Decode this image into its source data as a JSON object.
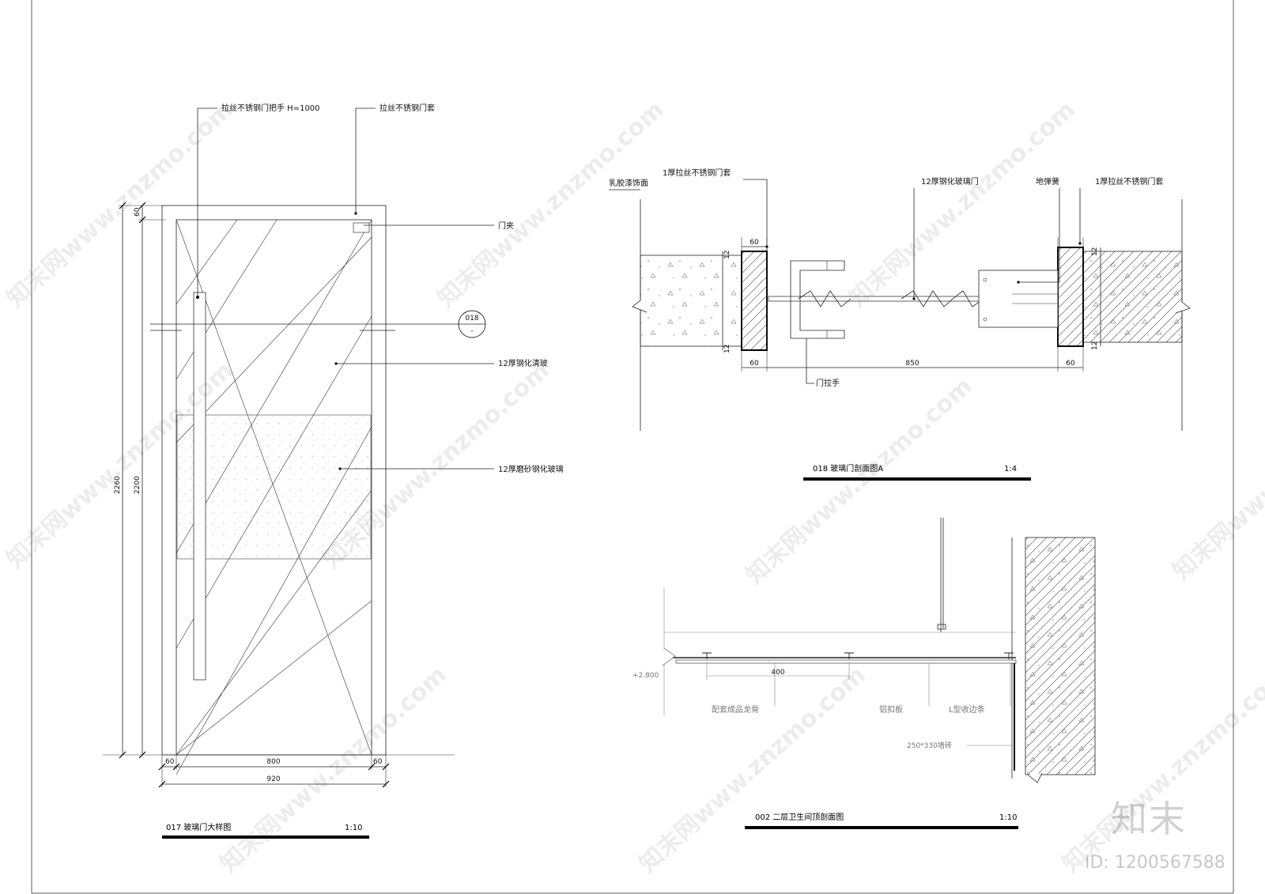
{
  "watermark": {
    "text": "知末网www.znzmo.com",
    "brand": "知末",
    "id": "ID: 1200567588"
  },
  "detail_017": {
    "title": "017  玻璃门大样图",
    "scale": "1:10",
    "labels": {
      "handle": "拉丝不锈钢门把手 H=1000",
      "frame": "拉丝不锈钢门套",
      "clip": "门夹",
      "clear_glass": "12厚钢化清玻",
      "frosted_glass": "12厚磨砂钢化玻璃"
    },
    "section_marker": {
      "number": "018",
      "sheet": "-"
    },
    "dims": {
      "top": "60",
      "overall_h": "2260",
      "inner_h": "2200",
      "left": "60",
      "middle": "800",
      "right": "60",
      "overall_w": "920"
    }
  },
  "detail_018": {
    "title": "018  玻璃门剖面图A",
    "scale": "1:4",
    "labels": {
      "paint": "乳胶漆饰面",
      "frame_left": "1厚拉丝不锈钢门套",
      "glass_door": "12厚钢化玻璃门",
      "floor_spring": "地弹簧",
      "frame_right": "1厚拉丝不锈钢门套",
      "pull": "门拉手"
    },
    "dims": {
      "top_left": "60",
      "left_top12": "12",
      "left_bot12": "12",
      "bottom_left": "60",
      "span": "850",
      "bottom_right": "60",
      "right_top12": "12",
      "right_bot12": "12"
    }
  },
  "detail_002": {
    "title": "002  二层卫生间顶剖面图",
    "scale": "1:10",
    "labels": {
      "level": "+2.800",
      "spacing": "400",
      "keel": "配套成品龙骨",
      "panel": "铝扣板",
      "trim": "L型收边条",
      "tile": "250*330墙砖"
    }
  }
}
